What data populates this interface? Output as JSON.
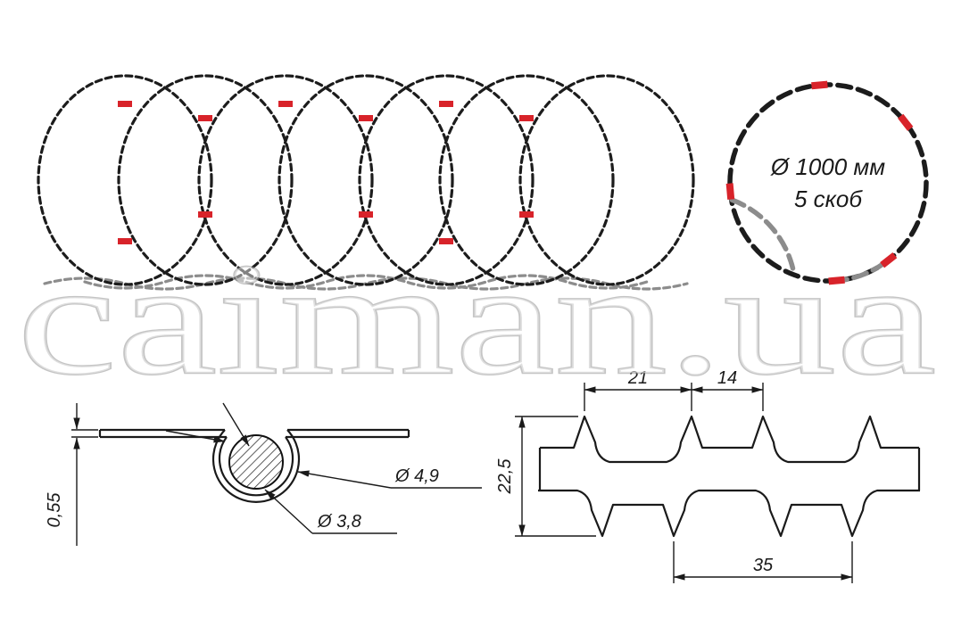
{
  "watermark_text": "caiman.ua",
  "colors": {
    "wire": "#1c1c1c",
    "clip_red": "#d8232a",
    "rear_gray": "#8c8c8c",
    "watermark_gray": "#969696"
  },
  "coil_end_view": {
    "diameter_label": "Ø  1000 мм",
    "staples_label": "5 скоб"
  },
  "tape_cross_section": {
    "thickness_label": "0,55",
    "outer_diameter_label": "Ø 4,9",
    "core_diameter_label": "Ø 3,8"
  },
  "tape_profile": {
    "barb_span_label": "21",
    "barb_gap_label": "14",
    "height_label": "22,5",
    "pitch_label": "35"
  }
}
